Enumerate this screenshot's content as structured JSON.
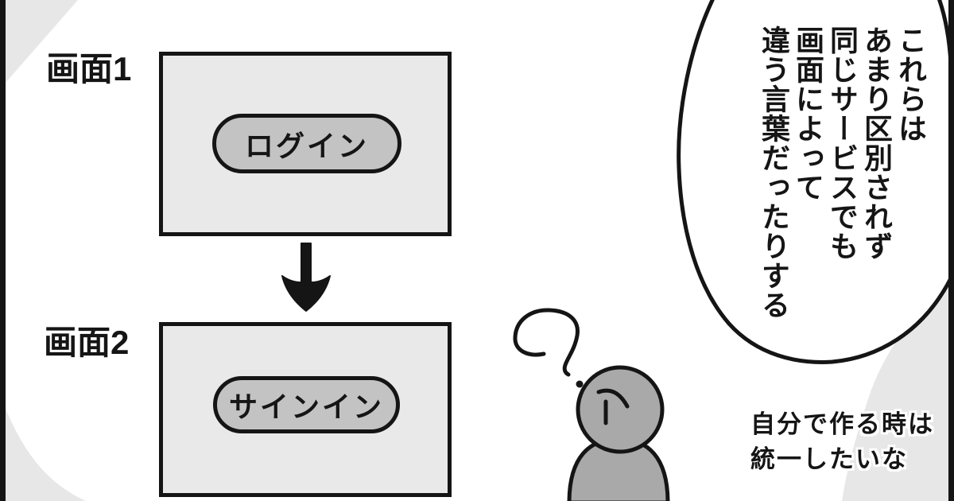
{
  "comic": {
    "screen1": {
      "label": "画面1",
      "button_label": "ログイン"
    },
    "screen2": {
      "label": "画面2",
      "button_label": "サインイン"
    },
    "flow": {
      "from": "画面1",
      "to": "画面2"
    },
    "speech_bubble": {
      "lines": [
        "これらは",
        "あまり区別されず",
        "同じサービスでも",
        "画面によって",
        "違う言葉だったりする"
      ]
    },
    "caption": {
      "lines": [
        "自分で作る時は",
        "統一したいな"
      ]
    }
  },
  "icons": {
    "flow_arrow": "down-arrow-icon",
    "question": "question-mark-icon"
  },
  "colors": {
    "ink": "#151515",
    "screen_fill": "#e9e9e9",
    "button_fill": "#c3c3c3",
    "figure_fill": "#a9a9a9",
    "background_blob": "#e7e7e7",
    "bubble_fill": "#ffffff"
  }
}
